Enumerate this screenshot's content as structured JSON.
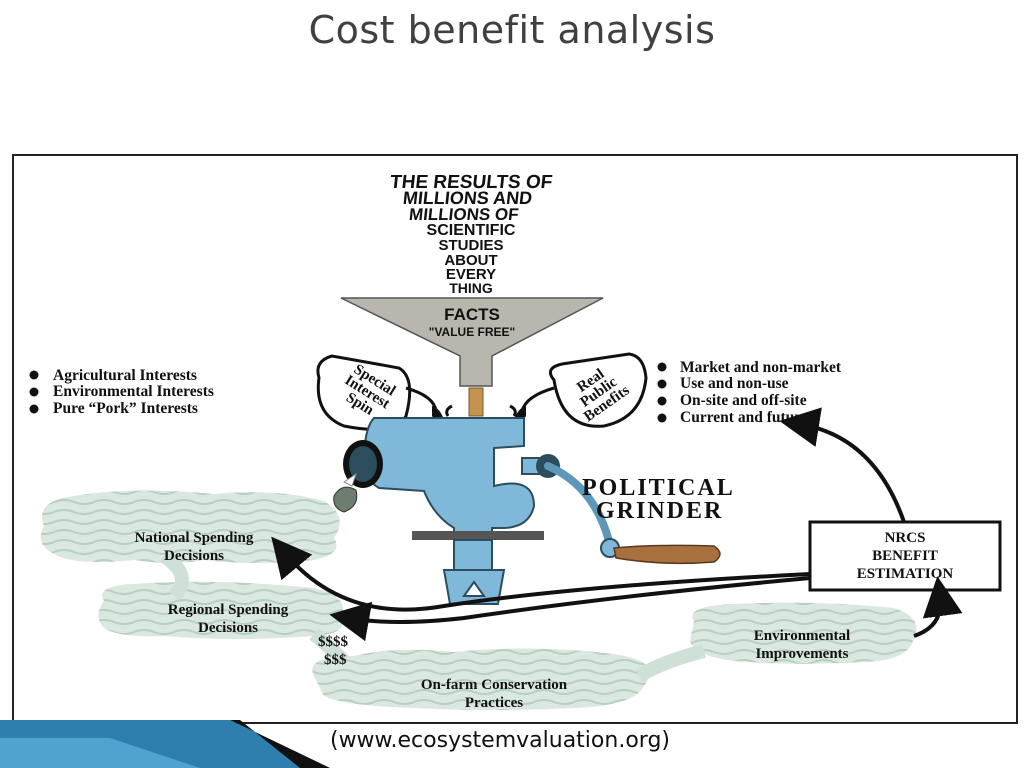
{
  "slide": {
    "title": "Cost benefit analysis",
    "source": "(www.ecosystemvaluation.org)"
  },
  "diagram": {
    "headline": [
      "THE RESULTS OF",
      "MILLIONS AND",
      "MILLIONS OF",
      "SCIENTIFIC",
      "STUDIES",
      "ABOUT",
      "EVERY",
      "THING"
    ],
    "funnel": {
      "label": "FACTS",
      "sublabel": "\"VALUE FREE\""
    },
    "left_bullets": [
      "Agricultural Interests",
      "Environmental Interests",
      "Pure “Pork” Interests"
    ],
    "right_bullets": [
      "Market and non-market",
      "Use and non-use",
      "On-site and off-site",
      "Current and future"
    ],
    "left_pitcher": [
      "Special",
      "Interest",
      "Spin"
    ],
    "right_pitcher": [
      "Real",
      "Public",
      "Benefits"
    ],
    "grinder": [
      "POLITICAL",
      "GRINDER"
    ],
    "national": [
      "National Spending",
      "Decisions"
    ],
    "regional": [
      "Regional Spending",
      "Decisions"
    ],
    "dollars": [
      "$$$$",
      "$$$"
    ],
    "onfarm": [
      "On-farm Conservation",
      "Practices"
    ],
    "environmental": [
      "Environmental",
      "Improvements"
    ],
    "nrcs": [
      "NRCS",
      "BENEFIT",
      "ESTIMATION"
    ]
  },
  "colors": {
    "title": "#404040",
    "funnel": "#b9b6ae",
    "grinder": "#7fb8d8",
    "cloud": "#cfe0d6",
    "handle": "#a86f3f"
  }
}
